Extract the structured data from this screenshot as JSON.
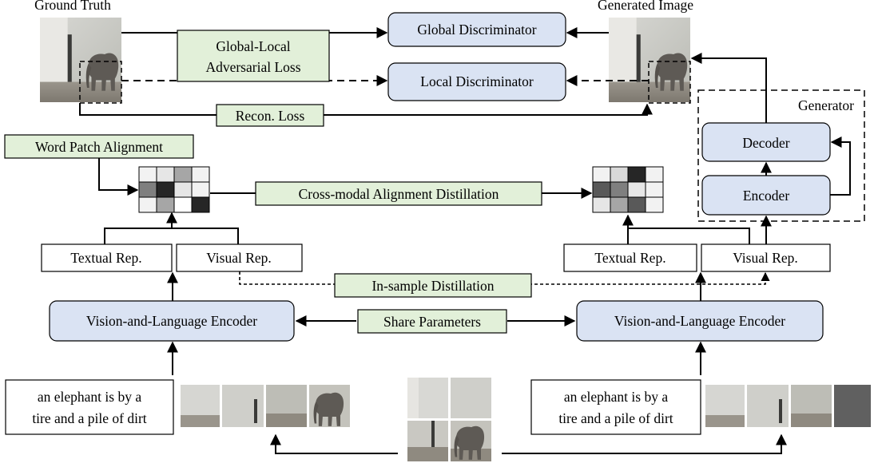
{
  "labels": {
    "ground_truth": "Ground Truth",
    "generated_image": "Generated Image",
    "global_discriminator": "Global Discriminator",
    "local_discriminator": "Local Discriminator",
    "global_local_loss_line1": "Global-Local",
    "global_local_loss_line2": "Adversarial Loss",
    "recon_loss": "Recon. Loss",
    "generator": "Generator",
    "decoder": "Decoder",
    "encoder": "Encoder",
    "word_patch_alignment": "Word Patch Alignment",
    "cross_modal_distillation": "Cross-modal Alignment Distillation",
    "textual_rep_left": "Textual Rep.",
    "visual_rep_left": "Visual Rep.",
    "textual_rep_right": "Textual Rep.",
    "visual_rep_right": "Visual Rep.",
    "in_sample_distillation": "In-sample Distillation",
    "vl_encoder_left": "Vision-and-Language Encoder",
    "vl_encoder_right": "Vision-and-Language Encoder",
    "share_parameters": "Share Parameters",
    "caption_left_line1": "an elephant is by a",
    "caption_left_line2": "tire and a pile of dirt",
    "caption_right_line1": "an elephant is by a",
    "caption_right_line2": "tire and a pile of dirt"
  },
  "colors": {
    "encoder_blue": "#dae3f3",
    "loss_green": "#e2f0d9",
    "wall_grey": "#c9c9c4",
    "masked_patch": "#606060"
  },
  "alignment_matrix_left": [
    [
      "#f2f2f2",
      "#e6e6e6",
      "#a6a6a6",
      "#f2f2f2"
    ],
    [
      "#7f7f7f",
      "#262626",
      "#e6e6e6",
      "#f2f2f2"
    ],
    [
      "#f2f2f2",
      "#a6a6a6",
      "#ffffff",
      "#262626"
    ]
  ],
  "alignment_matrix_right": [
    [
      "#f2f2f2",
      "#d9d9d9",
      "#262626",
      "#f2f2f2"
    ],
    [
      "#595959",
      "#7f7f7f",
      "#e6e6e6",
      "#f2f2f2"
    ],
    [
      "#e6e6e6",
      "#a6a6a6",
      "#595959",
      "#f2f2f2"
    ]
  ]
}
